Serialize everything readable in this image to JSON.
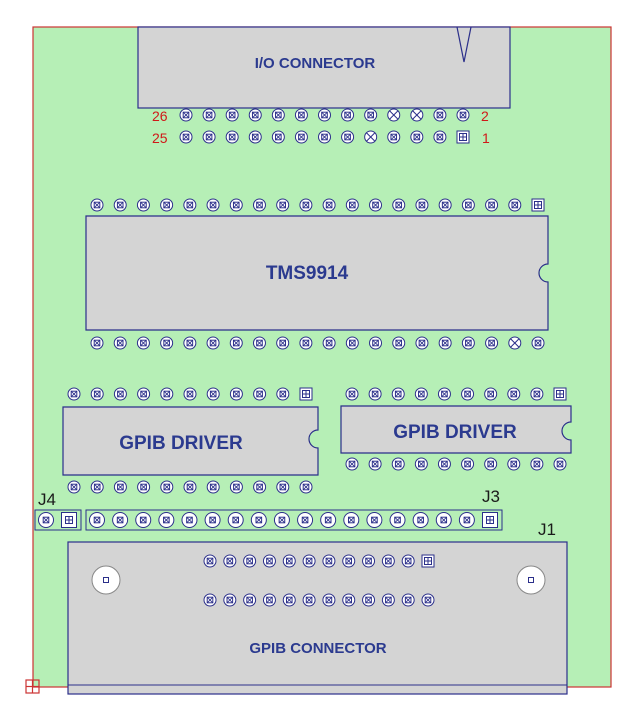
{
  "board": {
    "colors": {
      "board_fill": "#b6efb6",
      "board_edge": "#cc3333",
      "part_fill": "#d4d4d4",
      "part_edge": "#2b2f8a",
      "label": "#2b3a8f",
      "pin_number": "#d01818"
    }
  },
  "io_connector": {
    "label": "I/O CONNECTOR",
    "pin_numbers": {
      "top_left": "26",
      "top_right": "2",
      "bottom_left": "25",
      "bottom_right": "1"
    }
  },
  "tms9914": {
    "label": "TMS9914"
  },
  "gpib_driver_left": {
    "label": "GPIB DRIVER"
  },
  "gpib_driver_right": {
    "label": "GPIB DRIVER"
  },
  "gpib_connector": {
    "label": "GPIB CONNECTOR"
  },
  "refs": {
    "j1": "J1",
    "j3": "J3",
    "j4": "J4"
  }
}
